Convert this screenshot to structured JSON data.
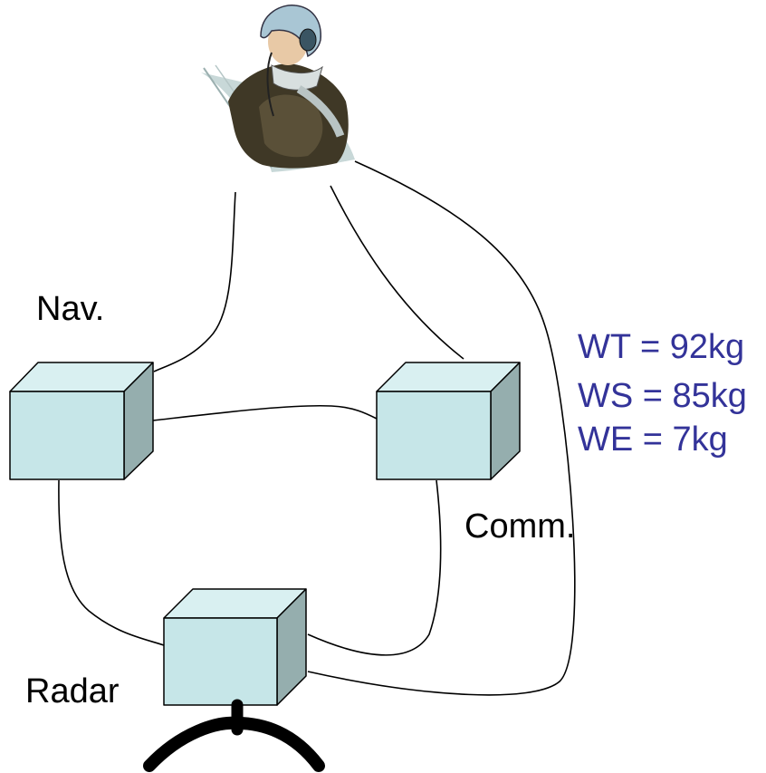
{
  "labels": {
    "nav": "Nav.",
    "comm": "Comm.",
    "radar": "Radar"
  },
  "weights": {
    "wt": "WT = 92kg",
    "ws": "WS = 85kg",
    "we": "WE = 7kg"
  },
  "colors": {
    "box_front": "#c6e6e8",
    "box_top": "#d9f0f1",
    "box_side": "#95aeae",
    "wire": "#000000",
    "weight_text": "#333399"
  },
  "icons": {
    "pilot": "pilot-with-headset-icon",
    "antenna": "radar-antenna-icon"
  }
}
